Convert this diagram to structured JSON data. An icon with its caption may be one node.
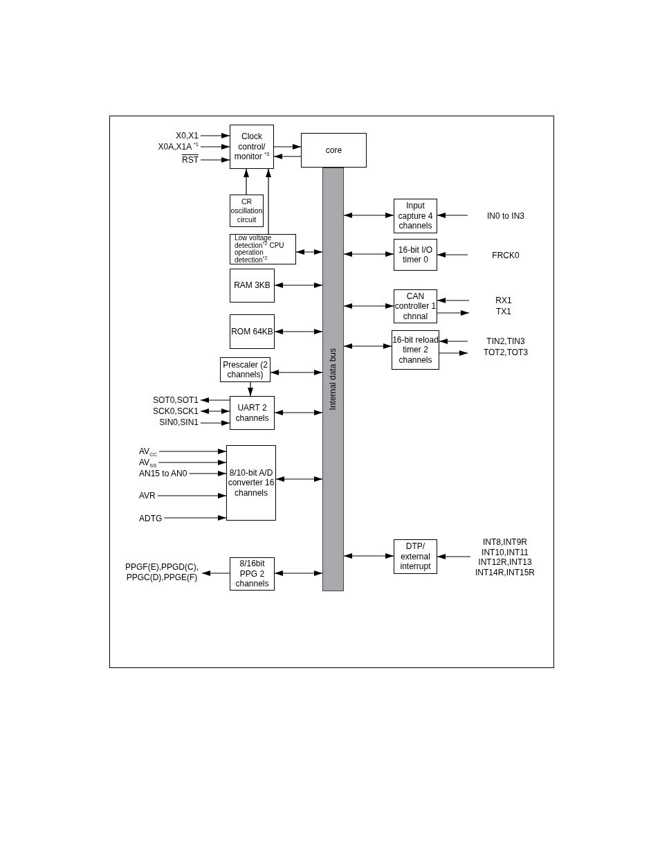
{
  "diagram": {
    "nodes": [
      {
        "text": [
          "X0,X1"
        ]
      },
      {
        "text": [
          "X0A,X1A $^{*1}$"
        ]
      },
      {
        "text": [
          "RST"
        ]
      },
      {
        "text": [
          "Clock control/ monitor $^{*3}$"
        ]
      },
      {
        "text": [
          "core"
        ]
      },
      {
        "text": [
          "CR oscillation circuit"
        ]
      },
      {
        "text": [
          "Low voltage detection$^{*2}$ CPU operation detection$^{*2}$"
        ]
      },
      {
        "text": [
          "Internal data bus"
        ]
      },
      {
        "text": [
          "Input capture 4 channels"
        ]
      },
      {
        "text": [
          "IN0 to IN3"
        ]
      },
      {
        "text": [
          "16-bit I/O timer 0"
        ]
      },
      {
        "text": [
          "FRCK0"
        ]
      },
      {
        "text": [
          "RAM 3KB"
        ]
      },
      {
        "text": [
          "CAN controller 1 chnnal"
        ]
      },
      {
        "text": [
          "RX1"
        ]
      },
      {
        "text": [
          "TX1"
        ]
      },
      {
        "text": [
          "ROM 64KB"
        ]
      },
      {
        "text": [
          "16-bit reload timer 2  channels"
        ]
      },
      {
        "text": [
          "TIN2,TIN3"
        ]
      },
      {
        "text": [
          "TOT2,TOT3"
        ]
      },
      {
        "text": [
          "Prescaler (2 channels)"
        ]
      },
      {
        "text": [
          "SOT0,SOT1"
        ]
      },
      {
        "text": [
          "SCK0,SCK1"
        ]
      },
      {
        "text": [
          "SIN0,SIN1"
        ]
      },
      {
        "text": [
          "UART 2 channels"
        ]
      },
      {
        "text": [
          "AV$_{CC}$"
        ]
      },
      {
        "text": [
          "AV$_{SS}$"
        ]
      },
      {
        "text": [
          "AN15 to AN0"
        ]
      },
      {
        "text": [
          "AVR"
        ]
      },
      {
        "text": [
          "ADTG"
        ]
      },
      {
        "text": [
          "8/10-bit A/D converter 16 channels"
        ]
      },
      {
        "text": [
          "PPGF(E),PPGD(C), PPGC(D),PPGE(F)"
        ]
      },
      {
        "text": [
          "8/16bit PPG 2 channels"
        ]
      },
      {
        "text": [
          "DTP/ external interrupt"
        ]
      },
      {
        "text": [
          "INT8,INT9R INT10,INT11 INT12R,INT13 INT14R,INT15R"
        ]
      }
    ],
    "edges": [
      {
        "from": 0,
        "to": 3,
        "arrow": "to"
      },
      {
        "from": 1,
        "to": 3,
        "arrow": "to"
      },
      {
        "from": 2,
        "to": 3,
        "arrow": "to"
      },
      {
        "from": 3,
        "to": 4,
        "arrow": "to"
      },
      {
        "from": 4,
        "to": 3,
        "arrow": "to"
      },
      {
        "from": 5,
        "to": 3,
        "arrow": "to"
      },
      {
        "from": 6,
        "to": 3,
        "arrow": "to"
      },
      {
        "from": 6,
        "to": 7,
        "arrow": "both"
      },
      {
        "from": 7,
        "to": 8,
        "arrow": "both"
      },
      {
        "from": 9,
        "to": 8,
        "arrow": "to"
      },
      {
        "from": 7,
        "to": 10,
        "arrow": "both"
      },
      {
        "from": 11,
        "to": 10,
        "arrow": "to"
      },
      {
        "from": 12,
        "to": 7,
        "arrow": "both"
      },
      {
        "from": 7,
        "to": 13,
        "arrow": "both"
      },
      {
        "from": 14,
        "to": 13,
        "arrow": "to"
      },
      {
        "from": 13,
        "to": 15,
        "arrow": "to"
      },
      {
        "from": 16,
        "to": 7,
        "arrow": "both"
      },
      {
        "from": 7,
        "to": 17,
        "arrow": "both"
      },
      {
        "from": 18,
        "to": 17,
        "arrow": "to"
      },
      {
        "from": 17,
        "to": 19,
        "arrow": "to"
      },
      {
        "from": 20,
        "to": 7,
        "arrow": "both"
      },
      {
        "from": 20,
        "to": 24,
        "arrow": "to"
      },
      {
        "from": 24,
        "to": 21,
        "arrow": "to"
      },
      {
        "from": 22,
        "to": 24,
        "arrow": "both"
      },
      {
        "from": 23,
        "to": 24,
        "arrow": "to"
      },
      {
        "from": 24,
        "to": 7,
        "arrow": "both"
      },
      {
        "from": 25,
        "to": 30,
        "arrow": "to"
      },
      {
        "from": 26,
        "to": 30,
        "arrow": "to"
      },
      {
        "from": 27,
        "to": 30,
        "arrow": "to"
      },
      {
        "from": 28,
        "to": 30,
        "arrow": "to"
      },
      {
        "from": 29,
        "to": 30,
        "arrow": "to"
      },
      {
        "from": 30,
        "to": 7,
        "arrow": "both"
      },
      {
        "from": 32,
        "to": 31,
        "arrow": "to"
      },
      {
        "from": 32,
        "to": 7,
        "arrow": "both"
      },
      {
        "from": 7,
        "to": 33,
        "arrow": "both"
      },
      {
        "from": 34,
        "to": 33,
        "arrow": "to"
      }
    ]
  }
}
